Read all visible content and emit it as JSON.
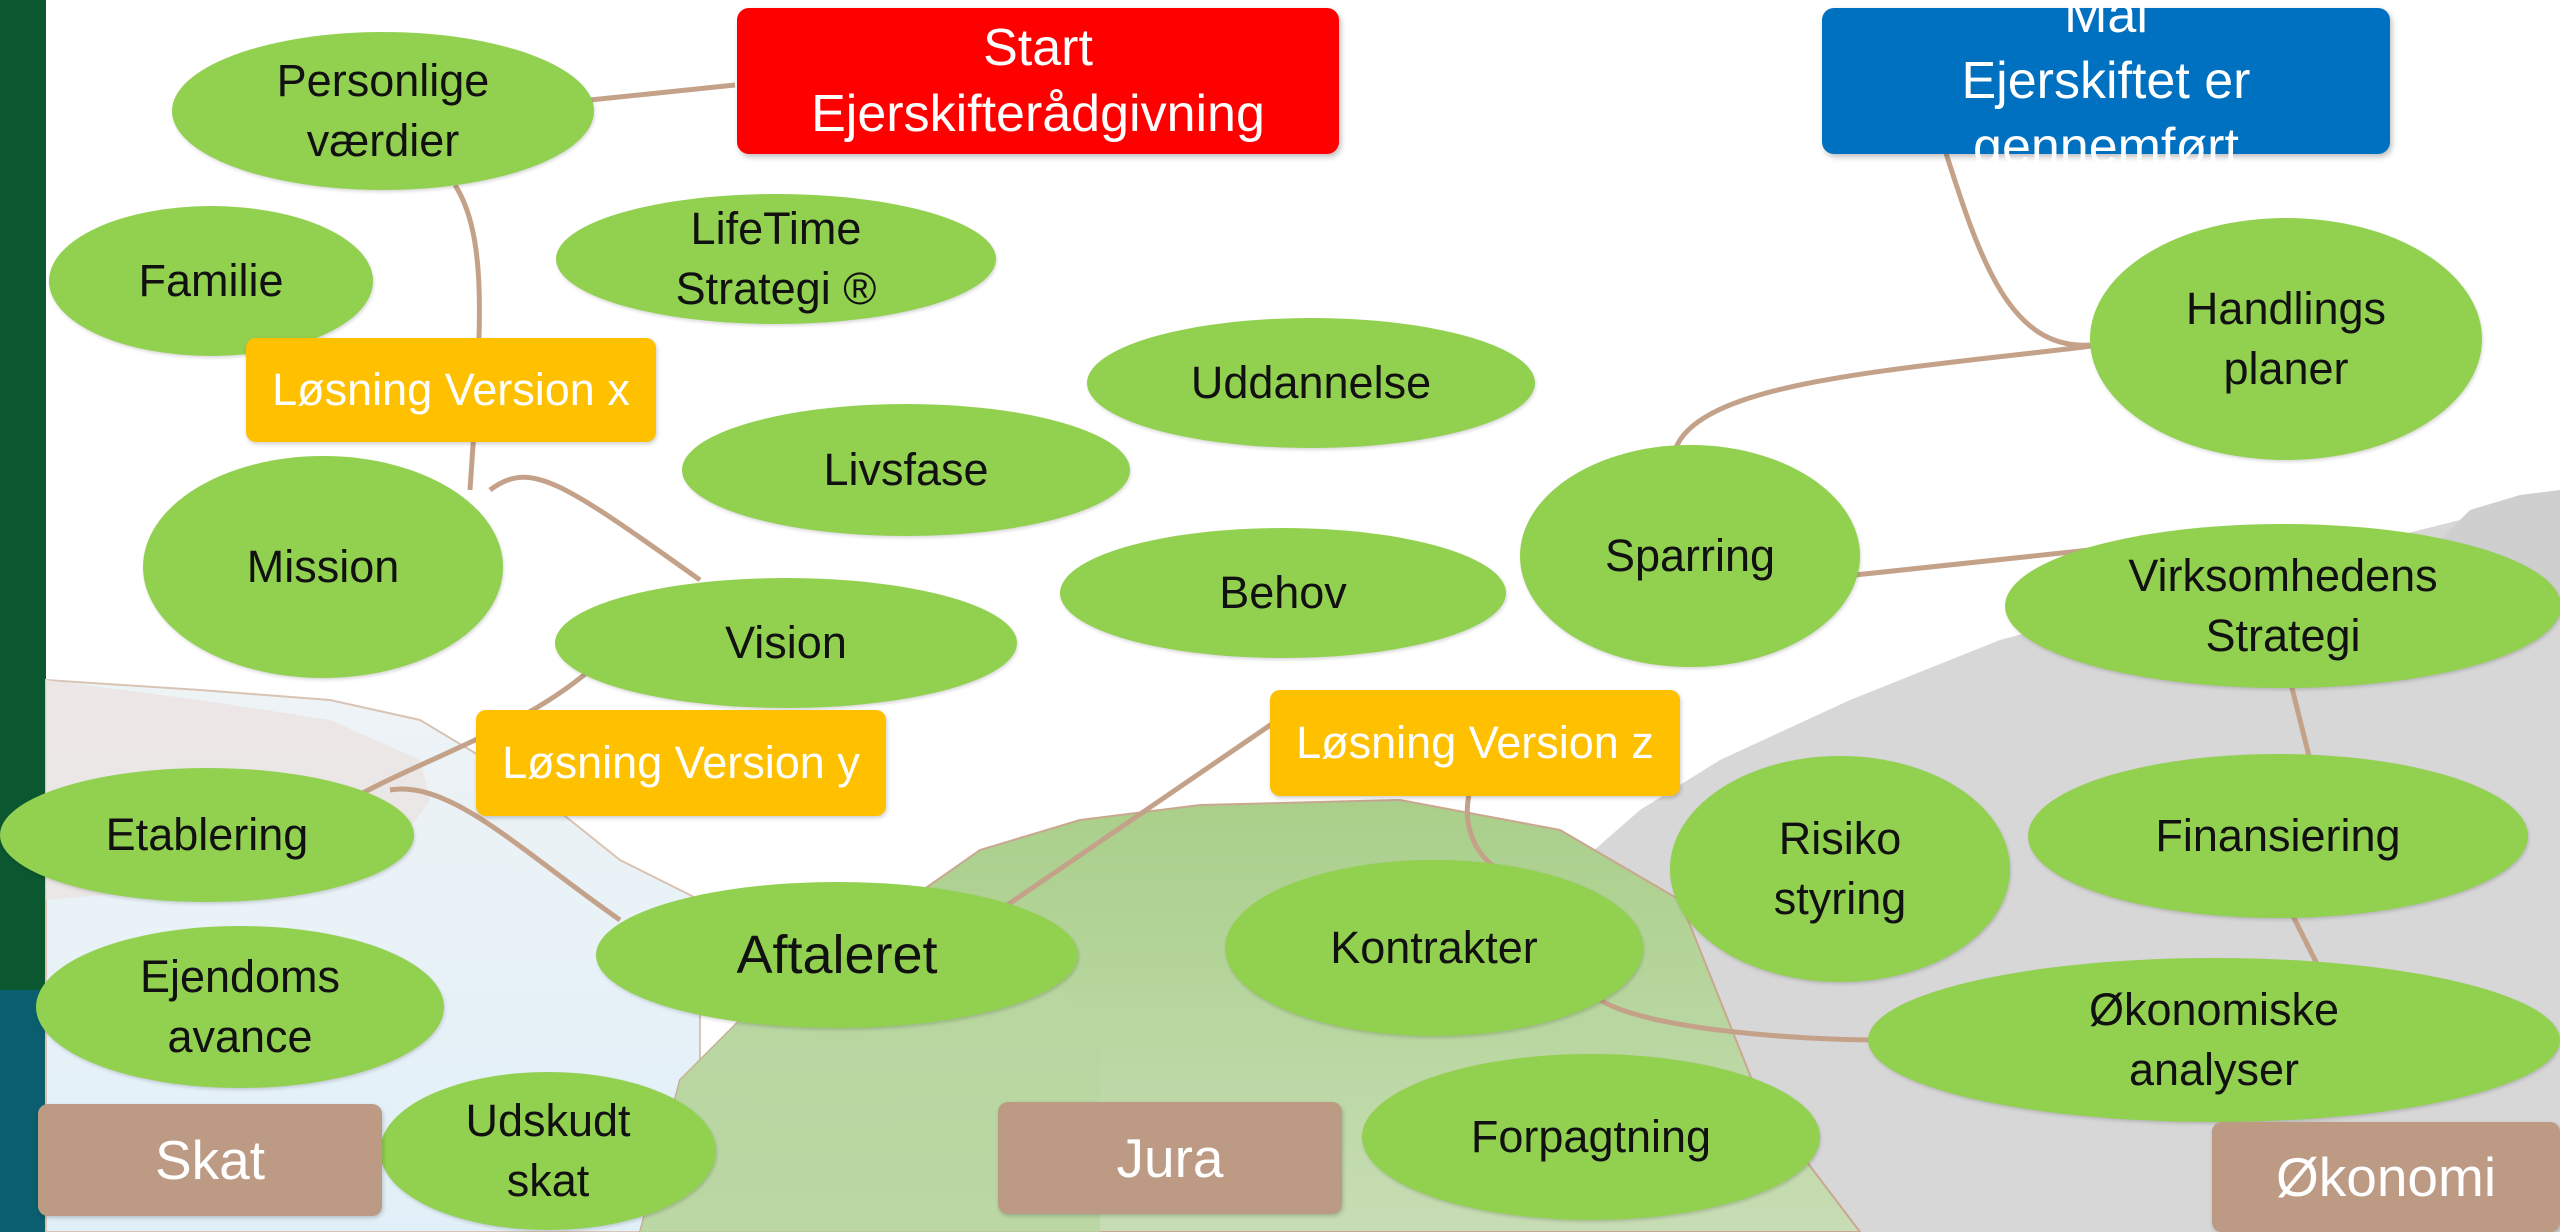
{
  "start": {
    "line1": "Start",
    "line2": "Ejerskifterådgivning"
  },
  "goal": {
    "line1": "Mål",
    "line2": "Ejerskiftet er gennemført"
  },
  "nodes": {
    "personlige_vaerdier": "Personlige\nværdier",
    "familie": "Familie",
    "lifetime_strategi": "LifeTime\nStrategi ®",
    "uddannelse": "Uddannelse",
    "livsfase": "Livsfase",
    "mission": "Mission",
    "behov": "Behov",
    "vision": "Vision",
    "sparring": "Sparring",
    "handlingsplaner": "Handlings\nplaner",
    "virksomhedens_strategi": "Virksomhedens\nStrategi",
    "etablering": "Etablering",
    "aftaleret": "Aftaleret",
    "kontrakter": "Kontrakter",
    "risikostyring": "Risiko\nstyring",
    "finansiering": "Finansiering",
    "ejendomsavance": "Ejendoms\navance",
    "udskudt_skat": "Udskudt\nskat",
    "forpagtning": "Forpagtning",
    "oekonomiske_analyser": "Økonomiske\nanalyser"
  },
  "solutions": {
    "x": "Løsning\nVersion x",
    "y": "Løsning\nVersion y",
    "z": "Løsning\nVersion z"
  },
  "domains": {
    "skat": "Skat",
    "jura": "Jura",
    "oekonomi": "Økonomi"
  },
  "colors": {
    "node_green": "#92d050",
    "start_red": "#ff0000",
    "goal_blue": "#0070c0",
    "solution_orange": "#ffc000",
    "domain_brown": "#bc9a84",
    "connector": "#c4a28a",
    "left_bar_green": "#0b5730",
    "left_bar_teal": "#0a5e6e"
  }
}
